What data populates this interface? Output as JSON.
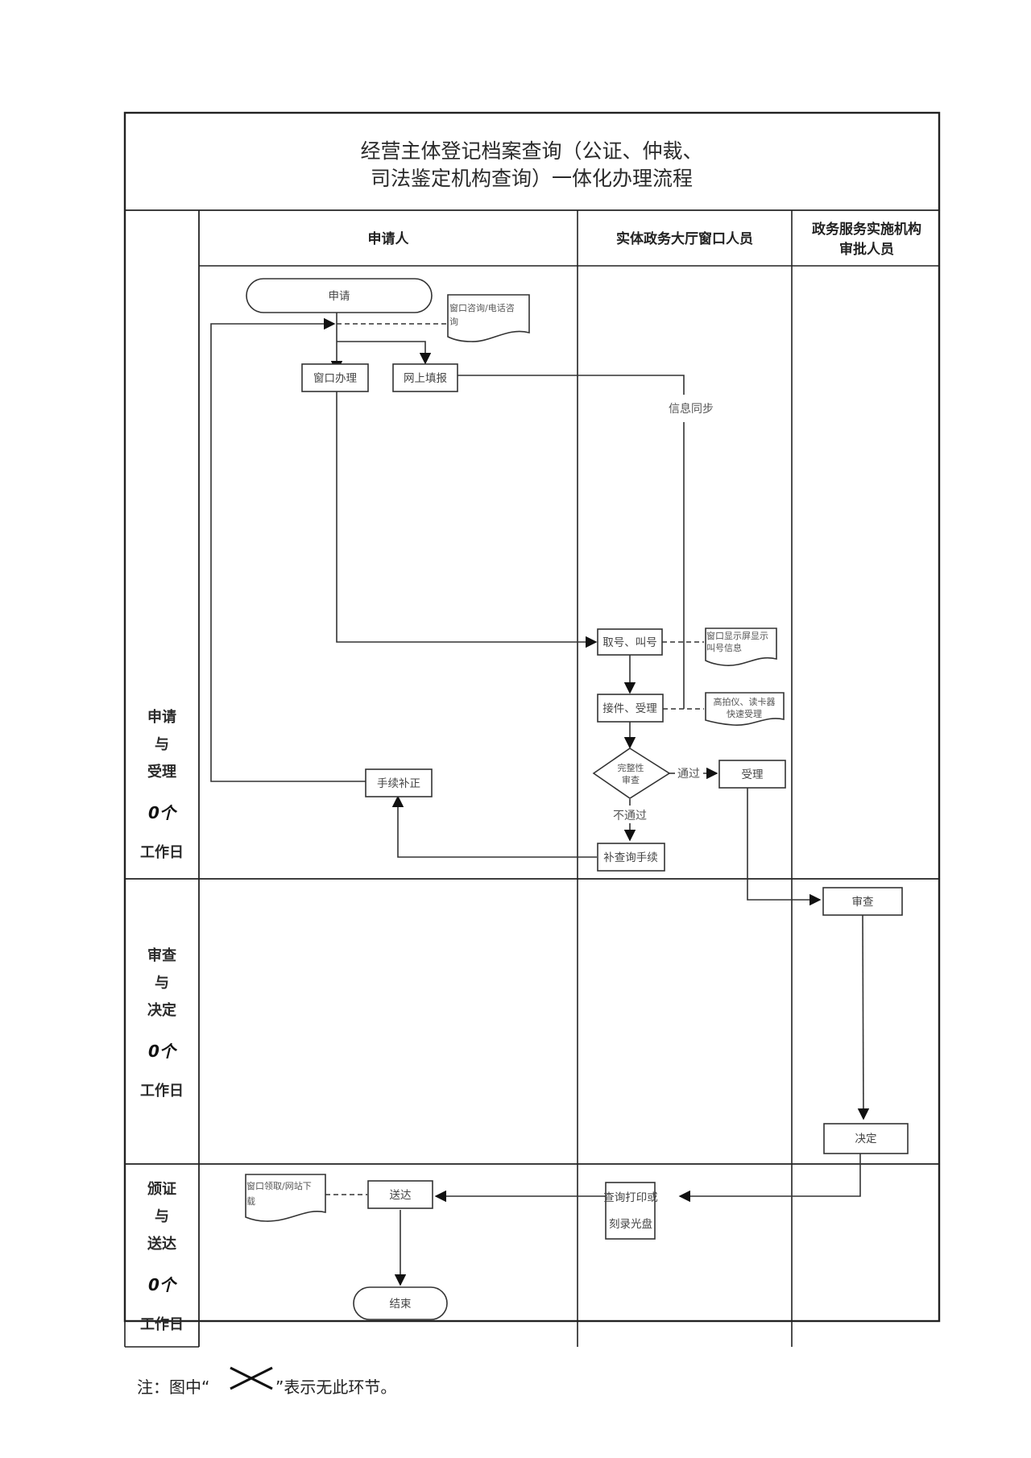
{
  "title": {
    "line1": "经营主体登记档案查询（公证、仲裁、",
    "line2": "司法鉴定机构查询）一体化办理流程"
  },
  "lanes": [
    {
      "label": "申请人"
    },
    {
      "label": "实体政务大厅窗口人员"
    },
    {
      "label_line1": "政务服务实施机构",
      "label_line2": "审批人员"
    }
  ],
  "phases": [
    {
      "line1": "申请",
      "line2": "与",
      "line3": "受理",
      "days": "0个",
      "unit": "工作日"
    },
    {
      "line1": "审查",
      "line2": "与",
      "line3": "决定",
      "days": "0个",
      "unit": "工作日"
    },
    {
      "line1": "颁证",
      "line2": "与",
      "line3": "送达",
      "days": "0个",
      "unit": "工作日"
    }
  ],
  "nodes": {
    "apply": "申请",
    "consult_doc_line1": "窗口咨询/电话咨",
    "consult_doc_line2": "询",
    "window_handle": "窗口办理",
    "online_fill": "网上填报",
    "info_sync": "信息同步",
    "take_number": "取号、叫号",
    "display_doc_line1": "窗口显示屏显示",
    "display_doc_line2": "叫号信息",
    "receive": "接件、受理",
    "scanner_doc_line1": "高拍仪、读卡器",
    "scanner_doc_line2": "快速受理",
    "check_line1": "完整性",
    "check_line2": "审查",
    "pass": "通过",
    "fail": "不通过",
    "accept": "受理",
    "supplement_query": "补查询手续",
    "correction": "手续补正",
    "review": "审查",
    "decision": "决定",
    "print_line1": "查询打印或",
    "print_line2": "刻录光盘",
    "deliver": "送达",
    "pickup_doc_line1": "窗口领取/网站下",
    "pickup_doc_line2": "载",
    "end": "结束"
  },
  "note": {
    "prefix": "注：图中“",
    "suffix": "”表示无此环节。",
    "symbol": "cross-icon"
  }
}
